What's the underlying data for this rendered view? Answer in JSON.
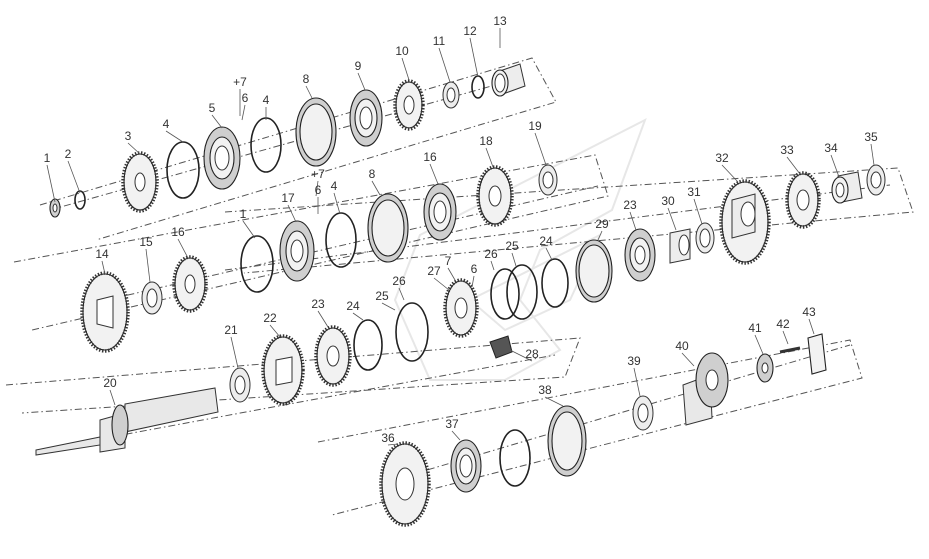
{
  "labels": [
    "1",
    "2",
    "3",
    "4",
    "5",
    "+7",
    "6",
    "4",
    "8",
    "9",
    "10",
    "11",
    "12",
    "13",
    "1",
    "17",
    "+7",
    "6",
    "4",
    "8",
    "16",
    "18",
    "19",
    "14",
    "15",
    "16",
    "26",
    "27",
    "7",
    "6",
    "26",
    "25",
    "24",
    "29",
    "23",
    "30",
    "31",
    "32",
    "33",
    "34",
    "35",
    "20",
    "21",
    "22",
    "23",
    "24",
    "25",
    "28",
    "38",
    "36",
    "37",
    "39",
    "40",
    "41",
    "42",
    "43"
  ]
}
